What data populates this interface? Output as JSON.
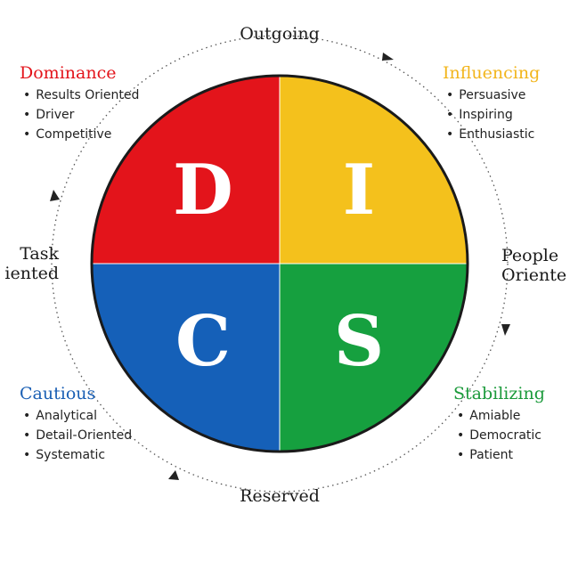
{
  "axes": {
    "top": "Outgoing",
    "bottom": "Reserved",
    "left": [
      "Task",
      "iented"
    ],
    "right": [
      "People",
      "Oriente"
    ]
  },
  "quadrants": [
    {
      "letter": "D",
      "title": "Dominance",
      "color": "#e3141b",
      "title_color": "#e3141b",
      "traits": [
        "Results Oriented",
        "Driver",
        "Competitive"
      ]
    },
    {
      "letter": "I",
      "title": "Influencing",
      "color": "#f4c11c",
      "title_color": "#f2b51c",
      "traits": [
        "Persuasive",
        "Inspiring",
        "Enthusiastic"
      ]
    },
    {
      "letter": "C",
      "title": "Cautious",
      "color": "#1560b8",
      "title_color": "#1a5fb4",
      "traits": [
        "Analytical",
        "Detail-Oriented",
        "Systematic"
      ]
    },
    {
      "letter": "S",
      "title": "Stabilizing",
      "color": "#16a03f",
      "title_color": "#1b9a3b",
      "traits": [
        "Amiable",
        "Democratic",
        "Patient"
      ]
    }
  ],
  "colors": {
    "letter": "#ffffff",
    "outline": "#1a1a1a",
    "ring": "#555555"
  }
}
